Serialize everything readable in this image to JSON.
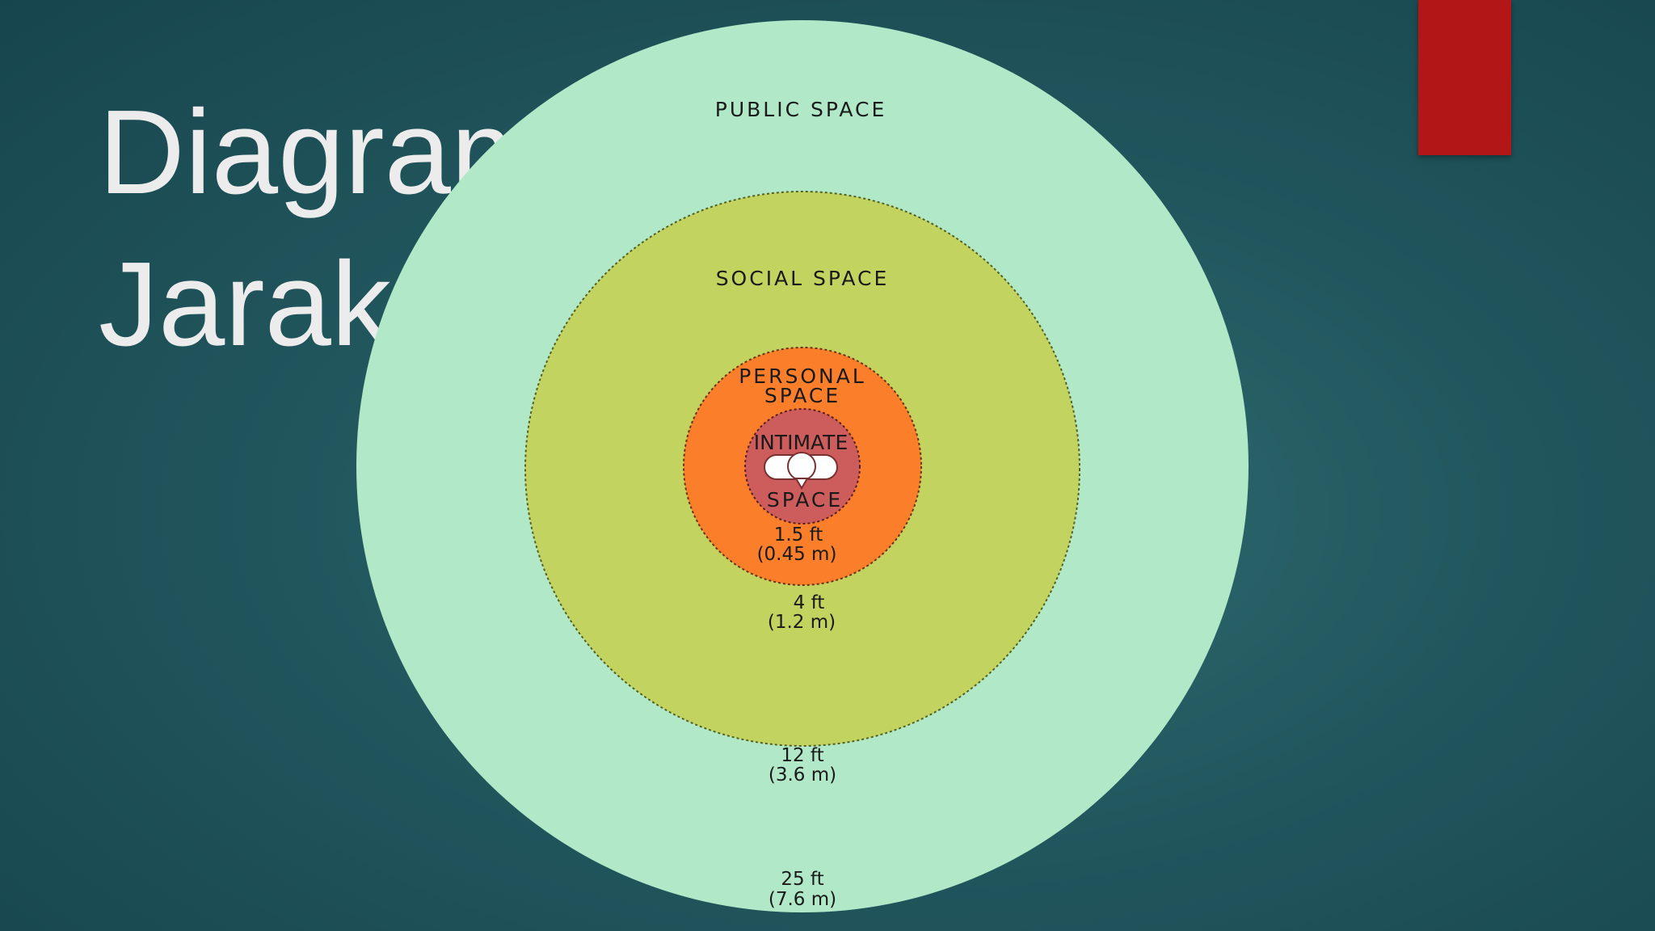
{
  "slide": {
    "title_line1": "Diagram",
    "title_line2": "Jarak."
  },
  "colors": {
    "public": "#b1e9c8",
    "social": "#c2d35f",
    "personal": "#fb7f2b",
    "intimate": "#cd5c5c",
    "accent": "#b31616"
  },
  "zones": {
    "public": {
      "label": "PUBLIC SPACE",
      "dist_ft": "25 ft",
      "dist_m": "(7.6 m)"
    },
    "social": {
      "label": "SOCIAL SPACE",
      "dist_ft": "12 ft",
      "dist_m": "(3.6 m)"
    },
    "personal": {
      "label_line1": "PERSONAL",
      "label_line2": "SPACE",
      "dist_ft": "4 ft",
      "dist_m": "(1.2 m)"
    },
    "intimate": {
      "label_line1": "INTIMATE",
      "label_line2": "SPACE",
      "dist_ft": "1.5 ft",
      "dist_m": "(0.45 m)"
    }
  },
  "icons": {
    "center": "person-top-view-icon"
  }
}
